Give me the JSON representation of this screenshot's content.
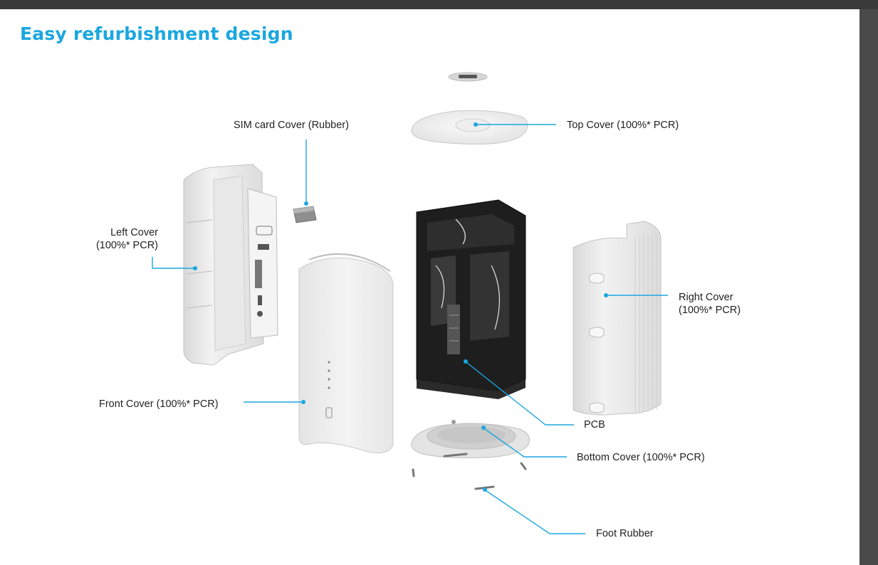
{
  "page": {
    "title": "Easy refurbishment design"
  },
  "colors": {
    "accent": "#1aa7df",
    "title": "#1aa7df",
    "frame": "#3a3a3a",
    "scrollbar": "#4a4a4a",
    "part_fill": "#ececec",
    "pcb_frame": "#1e1e1e"
  },
  "labels": {
    "sim_card_cover": "SIM card Cover (Rubber)",
    "top_cover": "Top Cover (100%* PCR)",
    "left_cover_line1": "Left Cover",
    "left_cover_line2": "(100%* PCR)",
    "right_cover_line1": "Right Cover",
    "right_cover_line2": "(100%* PCR)",
    "front_cover": "Front Cover (100%* PCR)",
    "pcb": "PCB",
    "bottom_cover": "Bottom Cover (100%* PCR)",
    "foot_rubber": "Foot Rubber"
  }
}
